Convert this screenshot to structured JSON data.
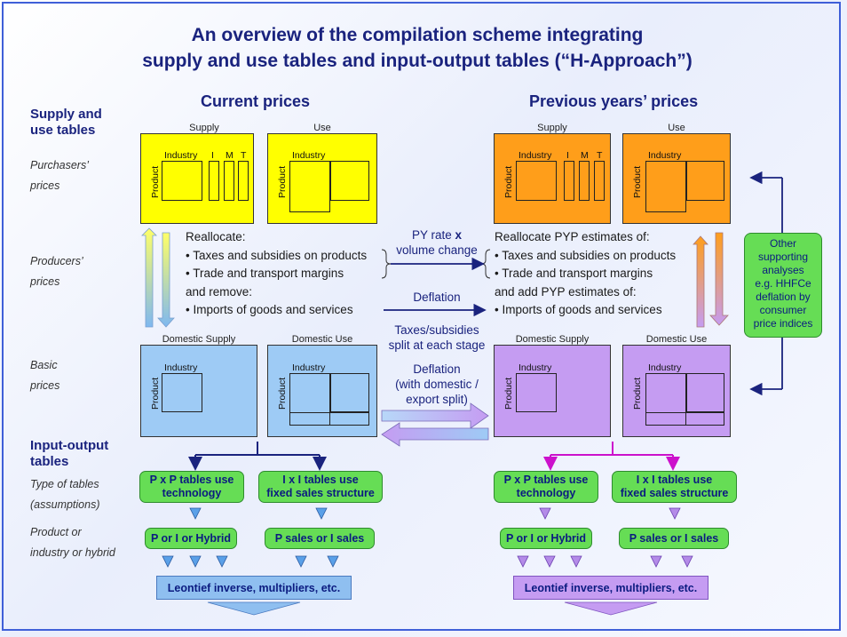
{
  "title": {
    "line1": "An overview of the compilation scheme integrating",
    "line2": "supply and use tables and input-output tables (“H-Approach”)"
  },
  "columns": {
    "current": "Current prices",
    "previous": "Previous years’ prices"
  },
  "rows": {
    "sut_heading_line1": "Supply and",
    "sut_heading_line2": "use tables",
    "purchasers_line1": "Purchasers’",
    "purchasers_line2": "prices",
    "producers_line1": "Producers’",
    "producers_line2": "prices",
    "basic_line1": "Basic",
    "basic_line2": "prices",
    "io_heading_line1": "Input-output",
    "io_heading_line2": "tables",
    "type_line1": "Type of tables",
    "type_line2": "(assumptions)",
    "product_line1": "Product or",
    "product_line2": "industry or hybrid"
  },
  "table_labels": {
    "supply": "Supply",
    "use": "Use",
    "domestic_supply": "Domestic Supply",
    "domestic_use": "Domestic Use",
    "industry": "Industry",
    "product": "Product",
    "i": "I",
    "m": "M",
    "t": "T"
  },
  "left_text": {
    "l1": "Reallocate:",
    "l2": "• Taxes and subsidies on products",
    "l3": "• Trade and transport margins",
    "l4": "and remove:",
    "l5": "• Imports of goods and services"
  },
  "right_text": {
    "l1": "Reallocate PYP estimates of:",
    "l2": "• Taxes and subsidies on products",
    "l3": "• Trade and transport margins",
    "l4": "and add PYP estimates of:",
    "l5": "• Imports of goods and services"
  },
  "middle": {
    "py_rate_1": "PY rate",
    "py_rate_x": "x",
    "py_rate_2": "volume change",
    "deflation": "Deflation",
    "taxes_1": "Taxes/subsidies",
    "taxes_2": "split at each stage",
    "deflation2_1": "Deflation",
    "deflation2_2": "(with domestic /",
    "deflation2_3": "export split)"
  },
  "green_boxes": {
    "pxp_1": "P x P tables use",
    "pxp_2": "technology",
    "ixi_1": "I x I tables use",
    "ixi_2": "fixed sales structure",
    "p_or_i": "P or I or Hybrid",
    "p_sales": "P sales or I sales"
  },
  "leontief": "Leontief inverse, multipliers, etc.",
  "other_box": {
    "l1": "Other",
    "l2": "supporting",
    "l3": "analyses",
    "l4": "e.g. HHFCe",
    "l5": "deflation by",
    "l6": "consumer",
    "l7": "price indices"
  },
  "colors": {
    "title": "#1a237e",
    "yellow": "#ffff00",
    "orange": "#ff9e1a",
    "blue": "#9ecbf5",
    "purple": "#c59cf2",
    "green": "#66dd55",
    "arrow_navy": "#1a237e",
    "arrow_magenta": "#cc11cc"
  }
}
